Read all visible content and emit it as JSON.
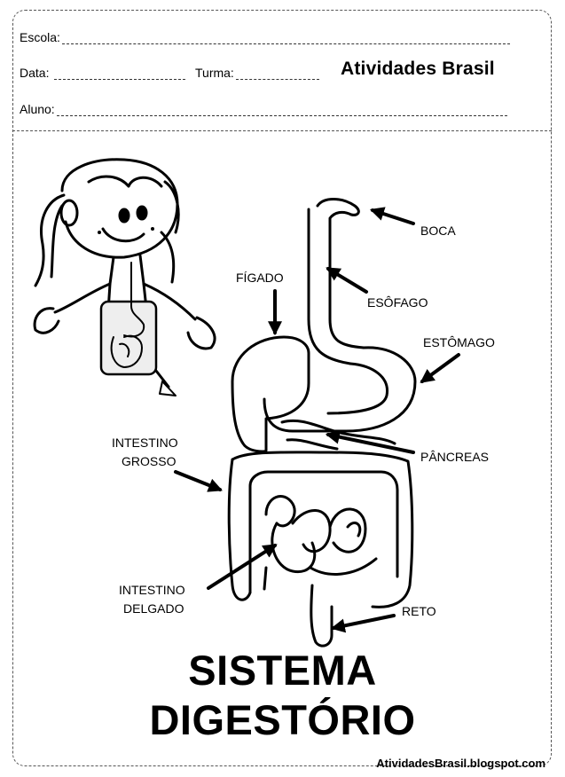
{
  "header": {
    "school_label": "Escola:",
    "date_label": "Data:",
    "class_label": "Turma:",
    "student_label": "Aluno:",
    "brand": "Atividades Brasil"
  },
  "labels": {
    "mouth": "BOCA",
    "liver": "FÍGADO",
    "esophagus": "ESÔFAGO",
    "stomach": "ESTÔMAGO",
    "large_intestine_line1": "INTESTINO",
    "large_intestine_line2": "GROSSO",
    "pancreas": "PÂNCREAS",
    "small_intestine_line1": "INTESTINO",
    "small_intestine_line2": "DELGADO",
    "rectum": "RETO"
  },
  "title": {
    "line1": "SISTEMA",
    "line2": "DIGESTÓRIO"
  },
  "footer": {
    "url": "AtividadesBrasil.blogspot.com"
  }
}
